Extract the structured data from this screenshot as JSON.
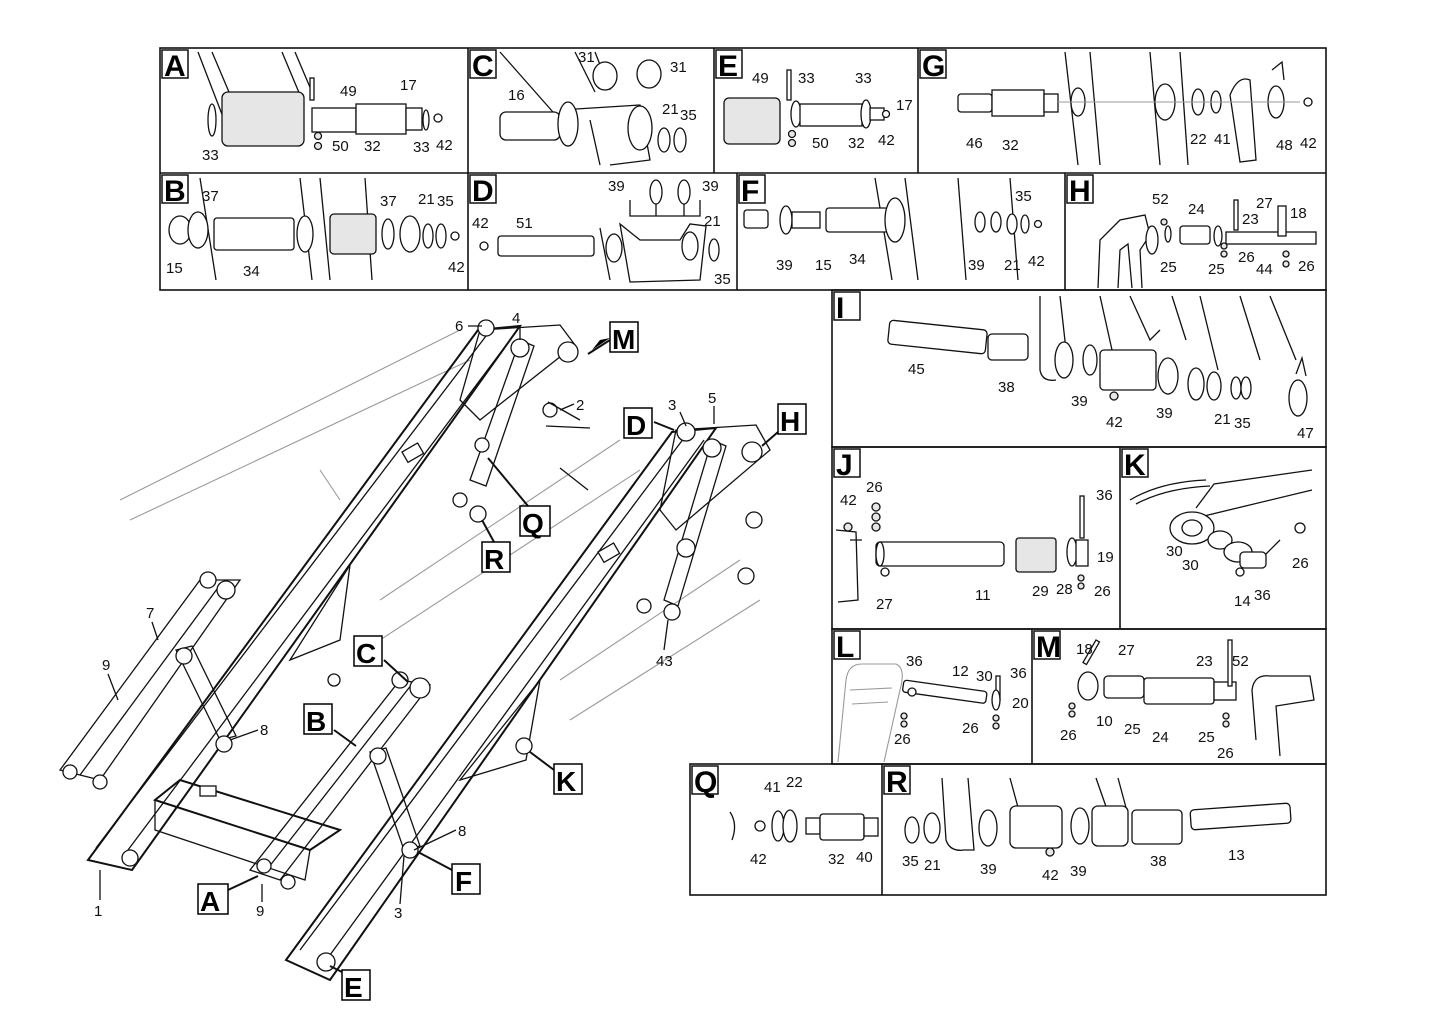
{
  "panels": [
    {
      "id": "A",
      "labels": [
        "49",
        "17",
        "33",
        "50",
        "32",
        "33",
        "42"
      ]
    },
    {
      "id": "C",
      "labels": [
        "31",
        "31",
        "16",
        "21",
        "35"
      ]
    },
    {
      "id": "E",
      "labels": [
        "49",
        "33",
        "33",
        "17",
        "50",
        "32",
        "42"
      ]
    },
    {
      "id": "G",
      "labels": [
        "46",
        "32",
        "22",
        "41",
        "48",
        "42"
      ]
    },
    {
      "id": "B",
      "labels": [
        "37",
        "37",
        "21",
        "35",
        "15",
        "34",
        "42"
      ]
    },
    {
      "id": "D",
      "labels": [
        "39",
        "39",
        "42",
        "51",
        "21",
        "35"
      ]
    },
    {
      "id": "F",
      "labels": [
        "35",
        "39",
        "15",
        "34",
        "39",
        "21",
        "42"
      ]
    },
    {
      "id": "H",
      "labels": [
        "52",
        "24",
        "27",
        "18",
        "23",
        "25",
        "25",
        "26",
        "44",
        "26"
      ]
    },
    {
      "id": "I",
      "labels": [
        "45",
        "38",
        "39",
        "42",
        "39",
        "21",
        "35",
        "47"
      ]
    },
    {
      "id": "J",
      "labels": [
        "42",
        "26",
        "36",
        "19",
        "27",
        "11",
        "29",
        "28",
        "26"
      ]
    },
    {
      "id": "K",
      "labels": [
        "30",
        "30",
        "26",
        "14",
        "36"
      ]
    },
    {
      "id": "L",
      "labels": [
        "36",
        "12",
        "30",
        "36",
        "20",
        "26",
        "26"
      ]
    },
    {
      "id": "M",
      "labels": [
        "18",
        "27",
        "23",
        "52",
        "26",
        "10",
        "25",
        "24",
        "25",
        "26"
      ]
    },
    {
      "id": "Q",
      "labels": [
        "41",
        "22",
        "42",
        "32",
        "40"
      ]
    },
    {
      "id": "R",
      "labels": [
        "35",
        "21",
        "39",
        "42",
        "39",
        "38",
        "13"
      ]
    }
  ],
  "main_view": {
    "part_numbers": [
      "6",
      "4",
      "2",
      "3",
      "5",
      "7",
      "9",
      "8",
      "8",
      "43",
      "1",
      "9",
      "3"
    ],
    "callouts": [
      "M",
      "H",
      "D",
      "Q",
      "R",
      "C",
      "B",
      "K",
      "F",
      "A",
      "E"
    ]
  }
}
